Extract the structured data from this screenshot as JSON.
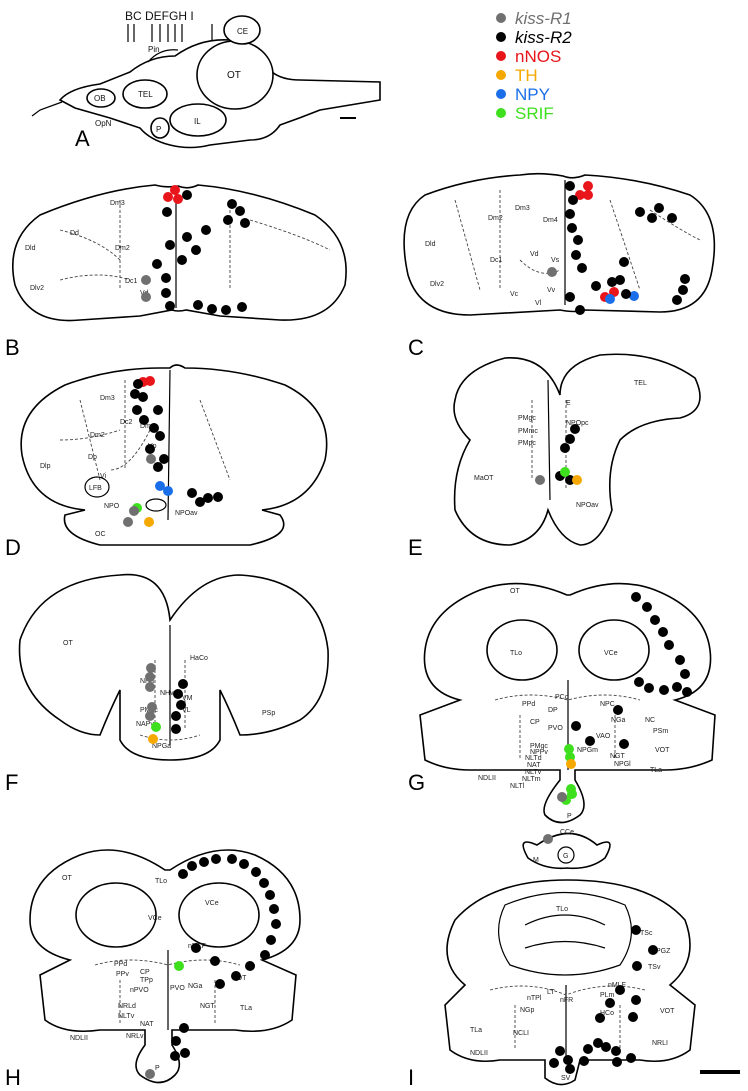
{
  "legend": [
    {
      "label": "kiss-R1",
      "color": "#707070",
      "italic": true
    },
    {
      "label": "kiss-R2",
      "color": "#000000",
      "italic": true
    },
    {
      "label": "nNOS",
      "color": "#e8151b",
      "italic": false
    },
    {
      "label": "TH",
      "color": "#f5a800",
      "italic": false
    },
    {
      "label": "NPY",
      "color": "#1a6fe8",
      "italic": false
    },
    {
      "label": "SRIF",
      "color": "#3ee01e",
      "italic": false
    }
  ],
  "panels": {
    "A": "A",
    "B": "B",
    "C": "C",
    "D": "D",
    "E": "E",
    "F": "F",
    "G": "G",
    "H": "H",
    "I": "I"
  },
  "brain_labels": {
    "section_letters": "BC DEFGH I",
    "ce": "CE",
    "ot": "OT",
    "pin": "Pin",
    "ob": "OB",
    "tel": "TEL",
    "opn": "OpN",
    "p": "P",
    "il": "IL"
  },
  "region_labels": {
    "B": [
      "Dm3",
      "Dd",
      "Dld",
      "Dm2",
      "Dlv2",
      "Dc1",
      "Vd"
    ],
    "C": [
      "Dm3",
      "Dm2",
      "Dm4",
      "Dld",
      "Dc1",
      "Vd",
      "Vs",
      "Dlv2",
      "Vc",
      "Vv",
      "Vl"
    ],
    "D": [
      "Dm3",
      "Dm2",
      "Dc2",
      "Dm4",
      "Vp",
      "Dlp",
      "Dp",
      "LFB",
      "NPO",
      "NPOav",
      "OC",
      "Vi"
    ],
    "E": [
      "TEL",
      "E",
      "NPOpc",
      "PMgc",
      "PMmc",
      "PMpc",
      "MaOT",
      "NPOav"
    ],
    "F": [
      "OT",
      "HaCo",
      "NHd",
      "NHv",
      "VM",
      "VL",
      "PMgc",
      "NAPv",
      "NPGa",
      "PSp"
    ],
    "G": [
      "OT",
      "TLo",
      "VCe",
      "PCo",
      "PPd",
      "NPC",
      "DP",
      "CP",
      "PVO",
      "NGa",
      "NC",
      "PSm",
      "VAO",
      "VOT",
      "NGT",
      "PMgc",
      "NPPv",
      "NLTd",
      "NAT",
      "NLTv",
      "NLTm",
      "NLTl",
      "NPGm",
      "NPGl",
      "TLa",
      "NDLII",
      "P"
    ],
    "H": [
      "OT",
      "TLo",
      "VCe",
      "VCe",
      "PPd",
      "PPv",
      "CP",
      "TPp",
      "nMLF",
      "nPVO",
      "PVO",
      "NGa",
      "NGT",
      "VOT",
      "NRLd",
      "NLTv",
      "NRLv",
      "NAT",
      "TLa",
      "NDLII",
      "P"
    ],
    "I": [
      "CCe",
      "M",
      "G",
      "TLo",
      "PGZ",
      "TSc",
      "TSv",
      "nMLF",
      "PLm",
      "nTPl",
      "nFR",
      "LT",
      "NGp",
      "HCo",
      "NRLI",
      "TLa",
      "NDLII",
      "NCLI",
      "SV",
      "VOT"
    ]
  }
}
